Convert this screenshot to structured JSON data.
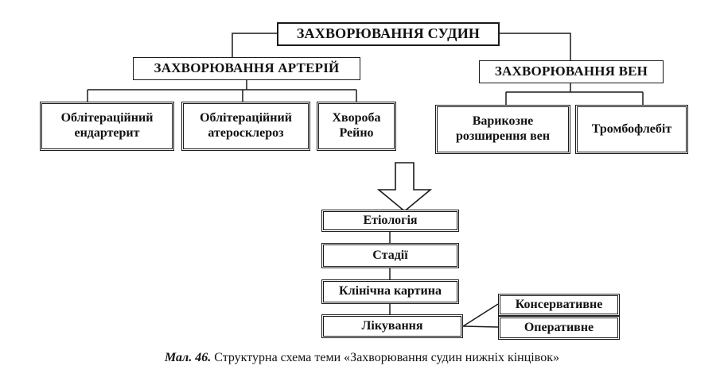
{
  "diagram": {
    "root": "ЗАХВОРЮВАННЯ СУДИН",
    "arteries": {
      "title": "ЗАХВОРЮВАННЯ АРТЕРІЙ",
      "items": [
        "Облітераційний\nендартерит",
        "Облітераційний\nатеросклероз",
        "Хвороба\nРейно"
      ]
    },
    "veins": {
      "title": "ЗАХВОРЮВАННЯ ВЕН",
      "items": [
        "Варикозне\nрозширення вен",
        "Тромбофлебіт"
      ]
    },
    "study_steps": [
      "Етіологія",
      "Стадії",
      "Клінічна картина",
      "Лікування"
    ],
    "treatment_types": [
      "Консервативне",
      "Оперативне"
    ]
  },
  "caption": {
    "figure_label": "Мал. 46.",
    "text": "Структурна схема теми «Захворювання судин нижніх кінцівок»"
  }
}
